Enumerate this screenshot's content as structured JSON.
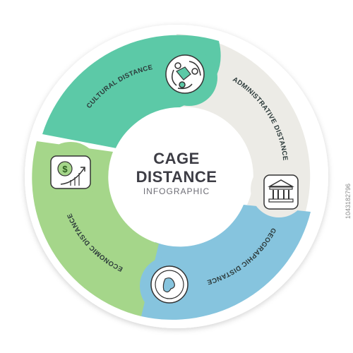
{
  "title": {
    "line1": "CAGE",
    "line2": "DISTANCE",
    "sub": "INFOGRAPHIC"
  },
  "segments": [
    {
      "label": "CULTURAL DISTANCE",
      "color": "#5cc9a7",
      "icon": "people-cycle-icon"
    },
    {
      "label": "ADMINISTRATIVE DISTANCE",
      "color": "#ecebe6",
      "icon": "government-building-icon"
    },
    {
      "label": "GEOGRAPHIC DISTANCE",
      "color": "#86c4de",
      "icon": "globe-map-icon"
    },
    {
      "label": "ECONOMIC DISTANCE",
      "color": "#a5d68a",
      "icon": "dollar-growth-icon"
    }
  ],
  "image_id": "1043182796"
}
